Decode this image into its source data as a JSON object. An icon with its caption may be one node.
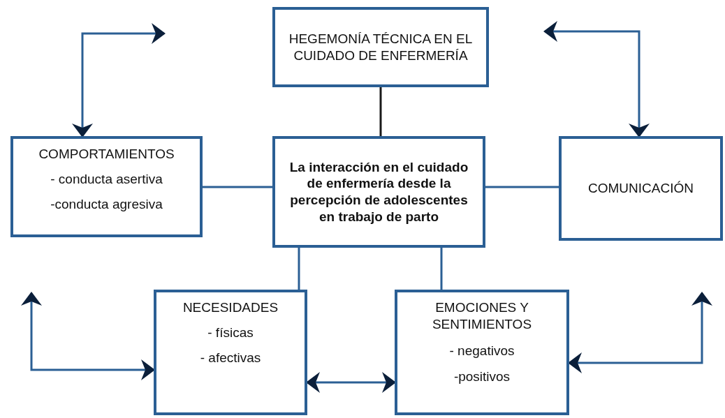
{
  "diagram": {
    "nodes": [
      {
        "text": [
          "HEGEMONÍA TÉCNICA EN EL CUIDADO DE ENFERMERÍA"
        ]
      },
      {
        "text": [
          "COMPORTAMIENTOS",
          "- conducta asertiva",
          "-conducta agresiva"
        ]
      },
      {
        "text": [
          "La interacción en el cuidado de enfermería desde la percepción de adolescentes en trabajo de parto"
        ]
      },
      {
        "text": [
          "COMUNICACIÓN"
        ]
      },
      {
        "text": [
          "NECESIDADES",
          "- físicas",
          "- afectivas"
        ]
      },
      {
        "text": [
          "EMOCIONES Y SENTIMIENTOS",
          "- negativos",
          "-positivos"
        ]
      }
    ],
    "edges": [
      {
        "from": 0,
        "to": 2,
        "arrow": "none",
        "color": "#1a1a1a"
      },
      {
        "from": 2,
        "to": 1,
        "arrow": "none"
      },
      {
        "from": 2,
        "to": 3,
        "arrow": "none"
      },
      {
        "from": 2,
        "to": 4,
        "arrow": "none"
      },
      {
        "from": 2,
        "to": 5,
        "arrow": "none"
      },
      {
        "from": null,
        "to": 1,
        "arrow": "both"
      },
      {
        "from": null,
        "to": 3,
        "arrow": "both"
      },
      {
        "from": null,
        "to": 4,
        "arrow": "both"
      },
      {
        "from": null,
        "to": 5,
        "arrow": "both"
      },
      {
        "from": 4,
        "to": 5,
        "arrow": "both"
      }
    ]
  }
}
